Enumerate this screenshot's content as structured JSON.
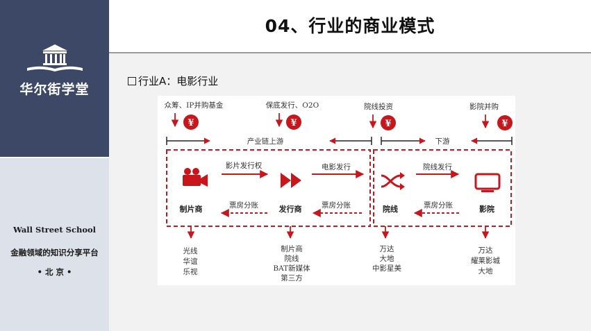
{
  "sidebar": {
    "brand": "华尔街学堂",
    "school_en": "Wall Street School",
    "school_cn": "金融领域的知识分享平台",
    "city": "• 北 京 •",
    "logo_icon": "bank-building-book-icon"
  },
  "header": {
    "title": "04、行业的商业模式"
  },
  "subtitle": "行业A：电影行业",
  "diagram": {
    "finance": [
      {
        "label": "众筹、IP并购基金"
      },
      {
        "label": "保底发行、O2O"
      },
      {
        "label": "院线投资"
      },
      {
        "label": "影院并购"
      }
    ],
    "upstream_label": "产业链上游",
    "downstream_label": "下游",
    "nodes": [
      {
        "label": "制片商",
        "icon": "film-camera-icon"
      },
      {
        "label": "发行商",
        "icon": "fast-forward-icon"
      },
      {
        "label": "院线",
        "icon": "shuffle-icon"
      },
      {
        "label": "影院",
        "icon": "tv-screen-icon"
      }
    ],
    "flows_forward": [
      "影片发行权",
      "电影发行",
      "院线发行"
    ],
    "flows_back": [
      "票房分账",
      "票房分账",
      "票房分账"
    ],
    "examples": [
      [
        "光线",
        "华谊",
        "乐视"
      ],
      [
        "制片商",
        "院线",
        "BAT新媒体",
        "第三方"
      ],
      [
        "万达",
        "大地",
        "中影星美"
      ],
      [
        "万达",
        "耀莱影城",
        "大地"
      ]
    ],
    "colors": {
      "accent": "#c8161d",
      "text": "#333333"
    }
  }
}
